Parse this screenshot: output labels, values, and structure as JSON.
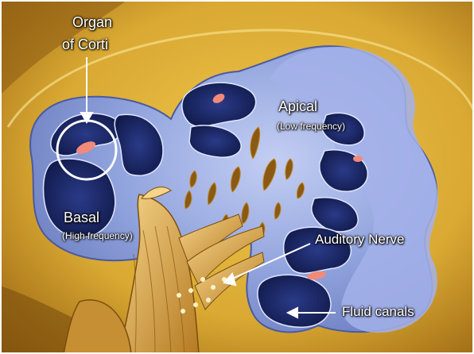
{
  "labels": {
    "organ_line1": "Organ",
    "organ_line2": "of Corti",
    "apical": "Apical",
    "apical_sub": "(Low frequency)",
    "basal": "Basal",
    "basal_sub": "(High frequency)",
    "auditory_nerve": "Auditory Nerve",
    "fluid_canals": "Fluid canals"
  },
  "colors": {
    "bone": "#d9a933",
    "bone_dark": "#a8741a",
    "tissue": "#8a9ed8",
    "tissue_light": "#b7c4ee",
    "canal": "#1e2a66",
    "nerve": "#e2b25a",
    "organ": "#f08a7a"
  }
}
